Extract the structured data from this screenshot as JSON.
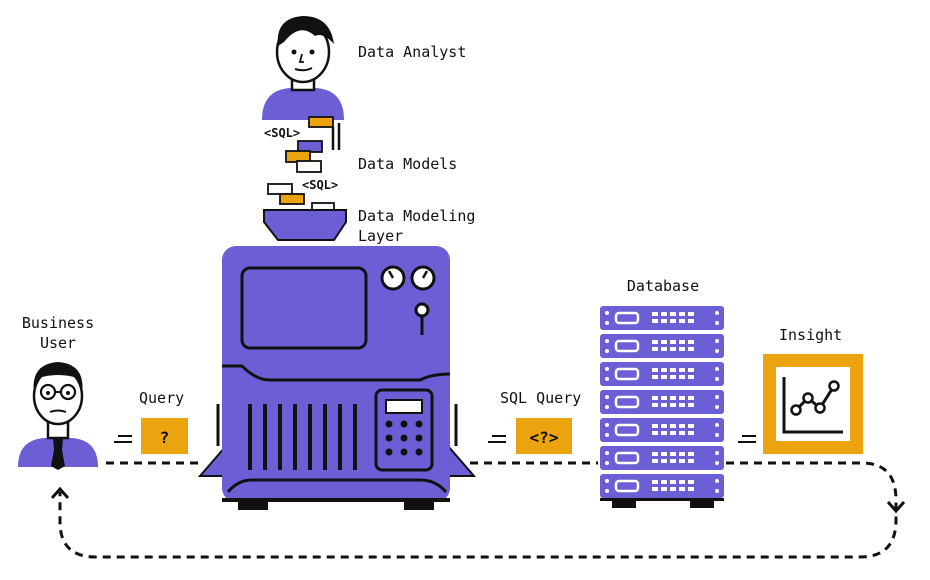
{
  "labels": {
    "data_analyst": "Data Analyst",
    "data_models": "Data Models",
    "modeling_layer_line1": "Data Modeling",
    "modeling_layer_line2": "Layer",
    "business_user_line1": "Business",
    "business_user_line2": "User",
    "query": "Query",
    "sql_query": "SQL Query",
    "database": "Database",
    "insight": "Insight"
  },
  "tags": {
    "sql_1": "<SQL>",
    "sql_2": "<SQL>",
    "question": "?",
    "sql_question": "<?>"
  },
  "colors": {
    "purple": "#6c5fd6",
    "orange": "#eba40f",
    "ink": "#111111",
    "white": "#ffffff"
  },
  "icons": {
    "analyst": "person-icon",
    "business_user": "person-with-glasses-icon",
    "machine": "modeling-machine-icon",
    "database": "server-rack-icon",
    "insight": "line-chart-icon"
  }
}
